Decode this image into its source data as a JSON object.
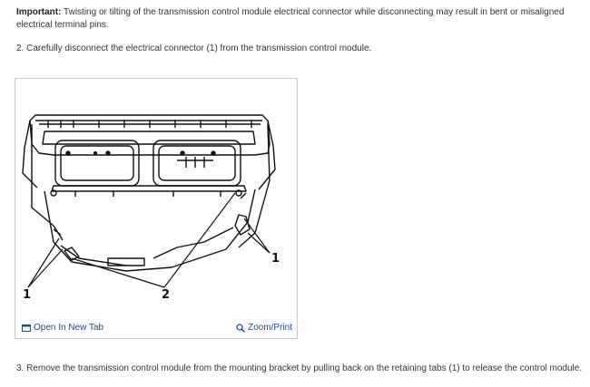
{
  "important": {
    "label": "Important:",
    "text": " Twisting or tilting of the transmission control module electrical connector while disconnecting may result in bent or misaligned electrical terminal pins."
  },
  "steps": {
    "step2": "2. Carefully disconnect the electrical connector (1) from the transmission control module.",
    "step3": "3. Remove the transmission control module from the mounting bracket by pulling back on the retaining tabs (1) to release the control module."
  },
  "figure": {
    "callouts": {
      "left_1": "1",
      "right_1": "1",
      "center_2": "2"
    },
    "open_tab_label": "Open In New Tab",
    "zoom_label": "Zoom/Print",
    "link_color": "#1a4b8c",
    "icons": {
      "open": "open-tab-icon",
      "zoom": "magnifier-icon"
    }
  }
}
